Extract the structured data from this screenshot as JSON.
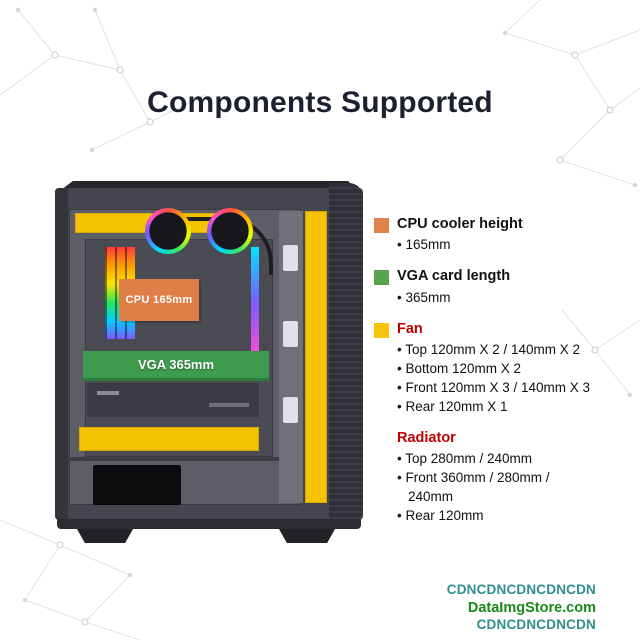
{
  "title": "Components Supported",
  "case_labels": {
    "cpu": "CPU 165mm",
    "vga": "VGA 365mm"
  },
  "legend": {
    "cpu": {
      "title": "CPU cooler height",
      "bullets": [
        "• 165mm"
      ]
    },
    "vga": {
      "title": "VGA card length",
      "bullets": [
        "• 365mm"
      ]
    },
    "fan": {
      "title": "Fan",
      "bullets": [
        "• Top 120mm X 2 / 140mm X 2",
        "• Bottom 120mm X 2",
        "• Front 120mm X 3 / 140mm X 3",
        "• Rear 120mm X 1"
      ]
    },
    "radiator": {
      "title": "Radiator",
      "bullets": [
        "• Top 280mm / 240mm",
        "• Front 360mm / 280mm / 240mm",
        "• Rear 120mm"
      ]
    }
  },
  "colors": {
    "cpu_swatch": "#E0814A",
    "vga_swatch": "#57A44C",
    "fan_swatch": "#F6C50A",
    "accent_red": "#C00000",
    "highlight_yellow": "#F4C300",
    "watermark_teal": "#2F8F8F",
    "watermark_green": "#178A17"
  },
  "watermark": {
    "line1": "CDNCDNCDNCDNCDN",
    "line2": "DataImgStore.com",
    "line3": "CDNCDNCDNCDN"
  }
}
